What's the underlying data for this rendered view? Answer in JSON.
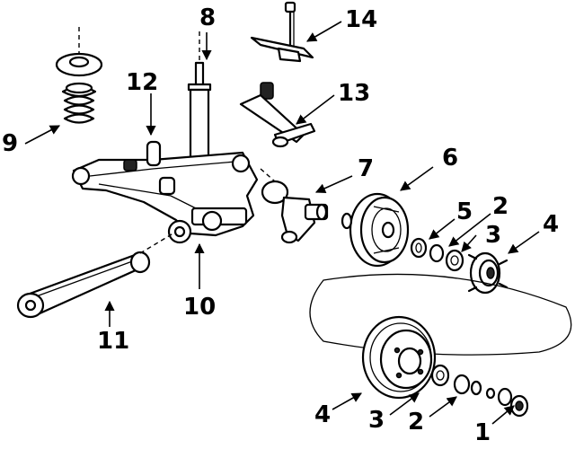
{
  "diagram": {
    "callouts": [
      {
        "id": "c1",
        "text": "1"
      },
      {
        "id": "c2a",
        "text": "2"
      },
      {
        "id": "c2b",
        "text": "2"
      },
      {
        "id": "c3a",
        "text": "3"
      },
      {
        "id": "c3b",
        "text": "3"
      },
      {
        "id": "c4a",
        "text": "4"
      },
      {
        "id": "c4b",
        "text": "4"
      },
      {
        "id": "c5",
        "text": "5"
      },
      {
        "id": "c6",
        "text": "6"
      },
      {
        "id": "c7",
        "text": "7"
      },
      {
        "id": "c8",
        "text": "8"
      },
      {
        "id": "c9",
        "text": "9"
      },
      {
        "id": "c10",
        "text": "10"
      },
      {
        "id": "c11",
        "text": "11"
      },
      {
        "id": "c12",
        "text": "12"
      },
      {
        "id": "c13",
        "text": "13"
      },
      {
        "id": "c14",
        "text": "14"
      }
    ]
  }
}
